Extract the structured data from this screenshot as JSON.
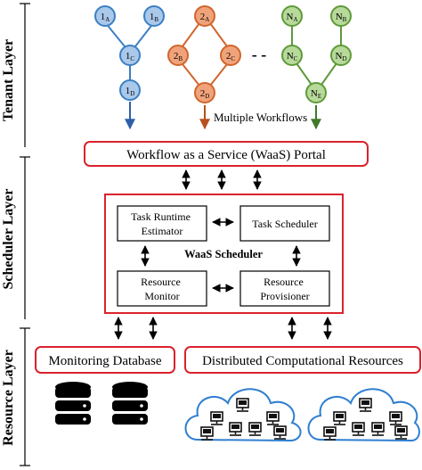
{
  "layers": {
    "tenant": "Tenant Layer",
    "scheduler": "Scheduler Layer",
    "resource": "Resource Layer"
  },
  "workflows": {
    "w1": {
      "a_base": "1",
      "a_sub": "A",
      "b_base": "1",
      "b_sub": "B",
      "c_base": "1",
      "c_sub": "C",
      "d_base": "1",
      "d_sub": "D"
    },
    "w2": {
      "a_base": "2",
      "a_sub": "A",
      "b_base": "2",
      "b_sub": "B",
      "c_base": "2",
      "c_sub": "C",
      "d_base": "2",
      "d_sub": "D"
    },
    "wn": {
      "a_base": "N",
      "a_sub": "A",
      "b_base": "N",
      "b_sub": "B",
      "c_base": "N",
      "c_sub": "C",
      "d_base": "N",
      "d_sub": "D",
      "e_base": "N",
      "e_sub": "E"
    },
    "ellipsis": "- -",
    "caption": "Multiple Workflows"
  },
  "portal": "Workflow as a Service (WaaS) Portal",
  "scheduler": {
    "title": "WaaS Scheduler",
    "estimator_line1": "Task Runtime",
    "estimator_line2": "Estimator",
    "task_scheduler": "Task Scheduler",
    "monitor_line1": "Resource",
    "monitor_line2": "Monitor",
    "provisioner_line1": "Resource",
    "provisioner_line2": "Provisioner"
  },
  "resources": {
    "monitoring_db": "Monitoring Database",
    "distributed": "Distributed Computational Resources"
  },
  "colors": {
    "red": "#d9232d",
    "blue_fill": "#a9c8ea",
    "blue_stroke": "#3c7fc4",
    "orange_fill": "#f0a37a",
    "orange_stroke": "#d0662e",
    "green_fill": "#b7d99a",
    "green_stroke": "#5e9a3a",
    "cloud_stroke": "#2f7fd0",
    "arrow_blue": "#2f5fa8",
    "arrow_orange": "#b8501e",
    "arrow_green": "#3f7a2a"
  }
}
